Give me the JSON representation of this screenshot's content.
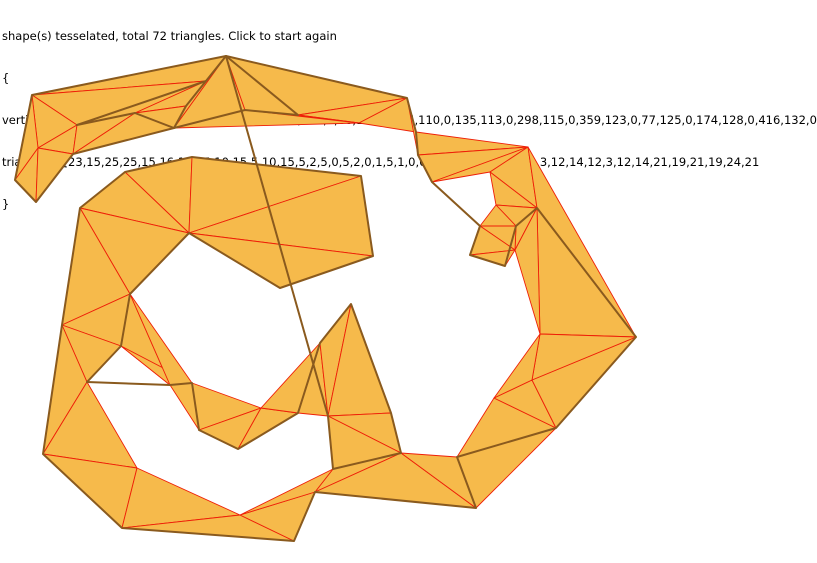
{
  "status": {
    "message": "shape(s) tesselated, total 72 triangles. Click to start again"
  },
  "dump": {
    "open_brace": "{",
    "vertices_line": "vertices : [226,56,0,206,81,0,30,95,0,407,98,0,186,106,0,66,108,0,245,110,0,135,113,0,298,115,0,359,123,0,77,125,0,174,128,0,416,132,0",
    "triangles_line": "triangles : [23,15,25,25,15,16,16,15,10,15,5,10,15,5,2,5,0,5,2,0,1,5,1,0,6,8,6,0,3,8,0,9,8,3,9,3,12,14,12,3,12,14,21,19,21,19,24,21",
    "close_brace": "}"
  },
  "colors": {
    "fill": "#f6ba4b",
    "edge": "#ee1f08",
    "outline": "#8a5a1e"
  }
}
